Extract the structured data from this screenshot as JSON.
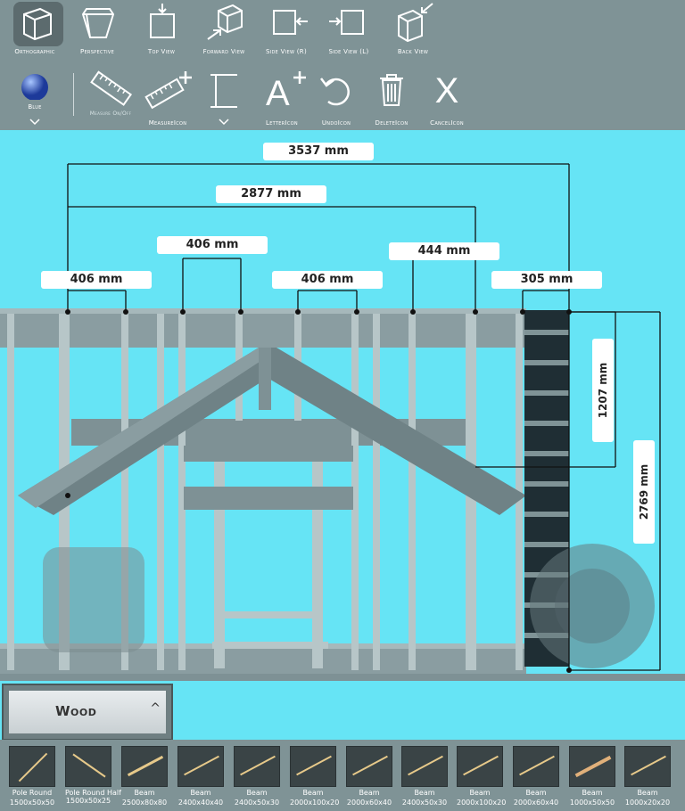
{
  "toolbar_top": {
    "buttons": [
      {
        "label": "Orthographic",
        "icon": "cube-icon"
      },
      {
        "label": "Perspective",
        "icon": "perspective-cube-icon"
      },
      {
        "label": "Top View",
        "icon": "top-view-icon"
      },
      {
        "label": "Forward View",
        "icon": "forward-view-icon"
      },
      {
        "label": "Side View (R)",
        "icon": "side-view-right-icon"
      },
      {
        "label": "Side View (L)",
        "icon": "side-view-left-icon"
      },
      {
        "label": "Back View",
        "icon": "back-view-icon"
      }
    ]
  },
  "toolbar_bottom": {
    "color_label": "Blue",
    "measure_toggle_label": "Measure On/Off",
    "measure_label": "MeasureIcon",
    "letter_label": "LetterIcon",
    "undo_label": "UndoIcon",
    "delete_label": "DeleteIcon",
    "cancel_label": "CancelIcon",
    "cancel_glyph": "X",
    "letter_glyph": "A"
  },
  "dimensions": {
    "top": "3537 mm",
    "second": "2877 mm",
    "a": "406 mm",
    "b": "406 mm",
    "c": "406 mm",
    "d": "444 mm",
    "e": "305 mm",
    "vertical1": "1207 mm",
    "vertical2": "2769 mm"
  },
  "material": {
    "label": "Wood"
  },
  "items": [
    {
      "name": "Pole Round",
      "size": "1500x50x50"
    },
    {
      "name": "Pole Round Half",
      "size": "1500x50x25"
    },
    {
      "name": "Beam",
      "size": "2500x80x80"
    },
    {
      "name": "Beam",
      "size": "2400x40x40"
    },
    {
      "name": "Beam",
      "size": "2400x50x30"
    },
    {
      "name": "Beam",
      "size": "2000x100x20"
    },
    {
      "name": "Beam",
      "size": "2000x60x40"
    },
    {
      "name": "Beam",
      "size": "2400x50x30"
    },
    {
      "name": "Beam",
      "size": "2000x100x20"
    },
    {
      "name": "Beam",
      "size": "2000x60x40"
    },
    {
      "name": "Beam",
      "size": "1000x50x50"
    },
    {
      "name": "Beam",
      "size": "1000x20x20"
    }
  ],
  "colors": {
    "viewport_bg": "#66e4f5",
    "toolbar": "#7f9396",
    "frame": "#8b9ea2"
  }
}
